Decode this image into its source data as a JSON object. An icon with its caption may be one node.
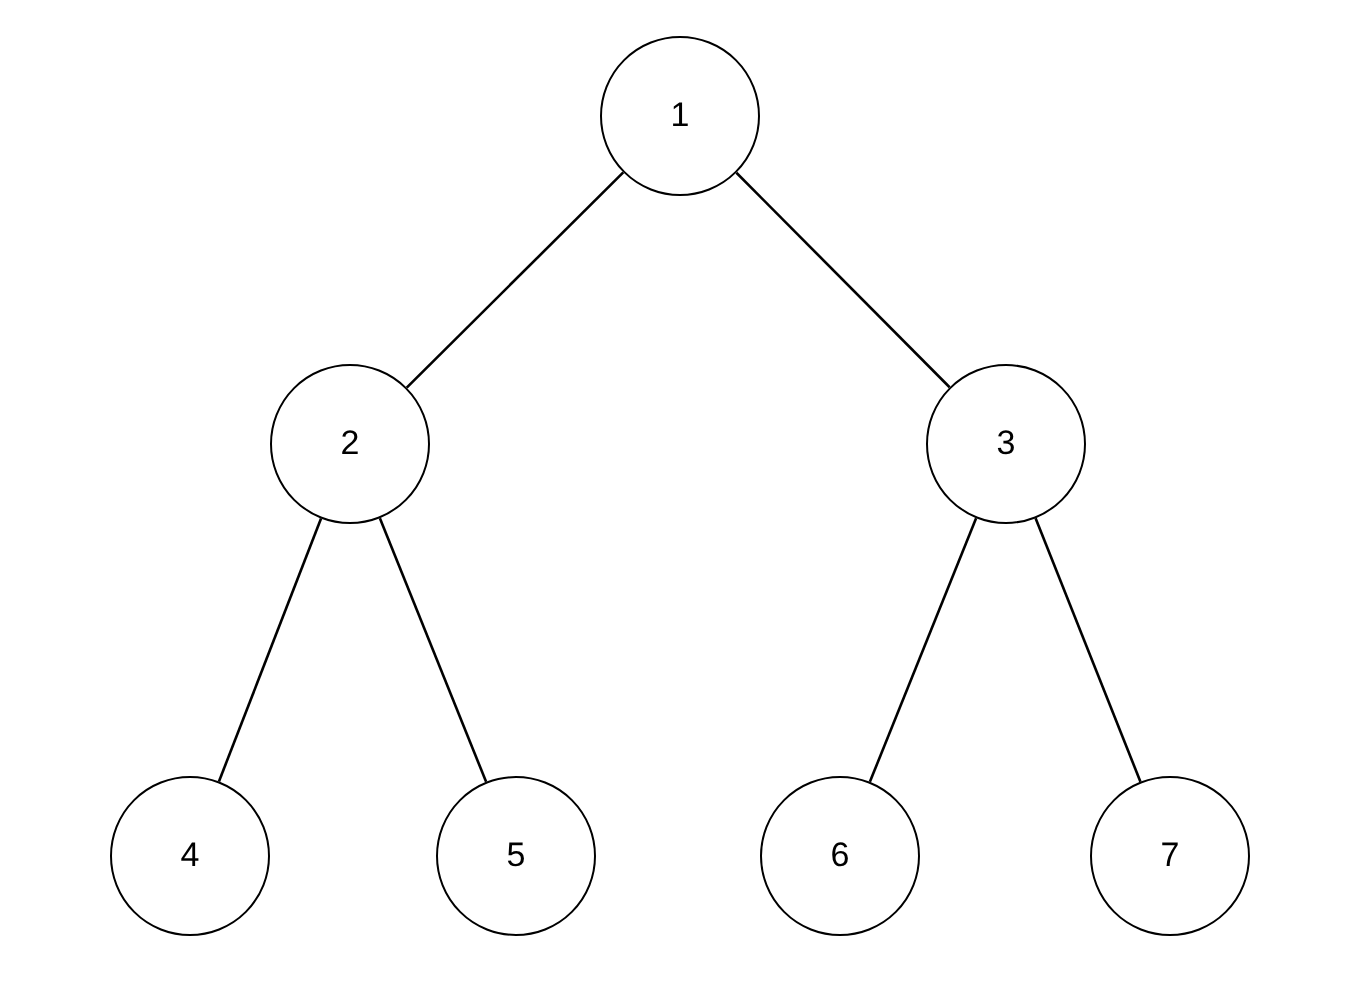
{
  "diagram": {
    "nodes": [
      {
        "text": [
          "1"
        ]
      },
      {
        "text": [
          "2"
        ]
      },
      {
        "text": [
          "3"
        ]
      },
      {
        "text": [
          "4"
        ]
      },
      {
        "text": [
          "5"
        ]
      },
      {
        "text": [
          "6"
        ]
      },
      {
        "text": [
          "7"
        ]
      }
    ],
    "edges": [
      {
        "from": 0,
        "to": 1,
        "arrow": "none"
      },
      {
        "from": 0,
        "to": 2,
        "arrow": "none"
      },
      {
        "from": 1,
        "to": 3,
        "arrow": "none"
      },
      {
        "from": 1,
        "to": 4,
        "arrow": "none"
      },
      {
        "from": 2,
        "to": 5,
        "arrow": "none"
      },
      {
        "from": 2,
        "to": 6,
        "arrow": "none"
      }
    ]
  }
}
